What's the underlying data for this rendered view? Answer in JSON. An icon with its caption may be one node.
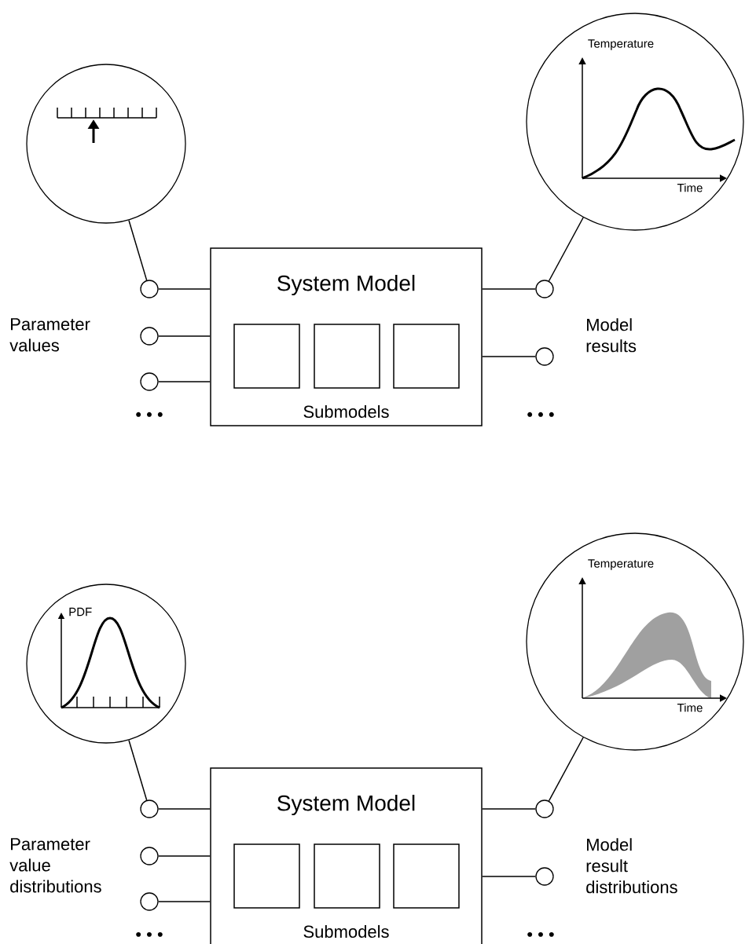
{
  "diagram": {
    "nodes": [
      {
        "text": [],
        "shape": "circle"
      },
      {
        "text": [
          "Temperature",
          "Time"
        ]
      },
      {
        "text": [
          "System Model",
          "Submodels"
        ]
      },
      {
        "text": [],
        "shape": "box",
        "in": 2
      },
      {
        "text": [],
        "shape": "box",
        "in": 2
      },
      {
        "text": [],
        "shape": "box",
        "in": 2
      },
      {
        "text": [],
        "shape": "circle"
      },
      {
        "text": [],
        "shape": "circle"
      },
      {
        "text": [],
        "shape": "circle"
      },
      {
        "text": [],
        "shape": "circle"
      },
      {
        "text": [],
        "shape": "circle"
      },
      {
        "text": [
          "PDF"
        ]
      },
      {
        "text": [
          "Temperature",
          "Time"
        ]
      },
      {
        "text": [
          "System Model",
          "Submodels"
        ]
      },
      {
        "text": [],
        "shape": "box",
        "in": 13
      },
      {
        "text": [],
        "shape": "box",
        "in": 13
      },
      {
        "text": [],
        "shape": "box",
        "in": 13
      },
      {
        "text": [],
        "shape": "circle"
      },
      {
        "text": [],
        "shape": "circle"
      },
      {
        "text": [],
        "shape": "circle"
      },
      {
        "text": [],
        "shape": "circle"
      },
      {
        "text": [],
        "shape": "circle"
      }
    ],
    "edges": [
      {
        "from": 0,
        "to": 6,
        "arrow": "none"
      },
      {
        "from": 1,
        "to": 9,
        "arrow": "none"
      },
      {
        "from": 6,
        "to": 2,
        "arrow": "none"
      },
      {
        "from": 7,
        "to": 2,
        "arrow": "none"
      },
      {
        "from": 8,
        "to": 2,
        "arrow": "none"
      },
      {
        "from": 2,
        "to": 9,
        "arrow": "none"
      },
      {
        "from": 2,
        "to": 10,
        "arrow": "none"
      },
      {
        "from": 11,
        "to": 17,
        "arrow": "none"
      },
      {
        "from": 12,
        "to": 20,
        "arrow": "none"
      },
      {
        "from": 17,
        "to": 13,
        "arrow": "none"
      },
      {
        "from": 18,
        "to": 13,
        "arrow": "none"
      },
      {
        "from": 19,
        "to": 13,
        "arrow": "none"
      },
      {
        "from": 13,
        "to": 20,
        "arrow": "none"
      },
      {
        "from": 13,
        "to": 21,
        "arrow": "none"
      }
    ],
    "labels": [
      "Parameter values",
      "Model results",
      "• • •",
      "• • •",
      "Parameter value distributions",
      "Model result distributions",
      "• • •",
      "• • •"
    ]
  }
}
